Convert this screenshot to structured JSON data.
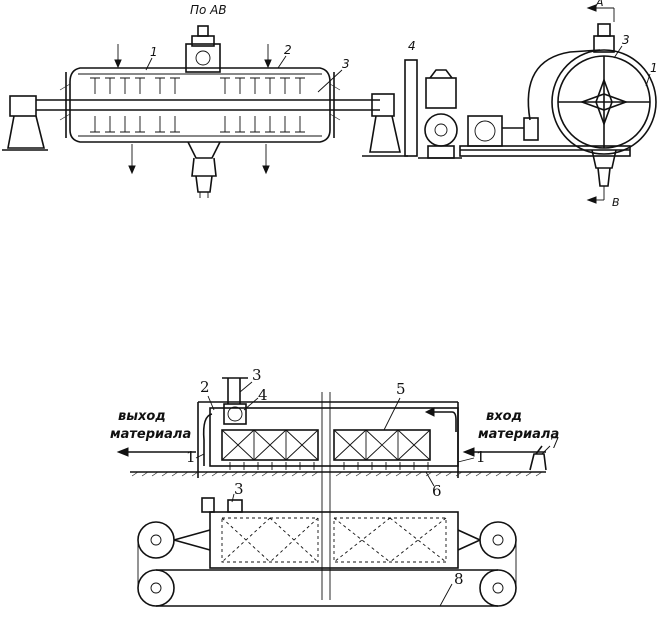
{
  "top_figure": {
    "section_label": "По AB",
    "callouts": {
      "c1": "1",
      "c2": "2",
      "c3": "3",
      "c4": "4",
      "right_c3": "3",
      "right_c1": "1"
    },
    "arrow_a": "A",
    "arrow_b": "B"
  },
  "bottom_figure": {
    "exit_label_line1": "выход",
    "exit_label_line2": "материала",
    "entry_label_line1": "вход",
    "entry_label_line2": "материала",
    "callouts": {
      "n1_left": "1",
      "n1_right": "1",
      "n2": "2",
      "n3_top": "3",
      "n3_lower": "3",
      "n4": "4",
      "n5": "5",
      "n6": "6",
      "n7": "7",
      "n8": "8"
    }
  }
}
